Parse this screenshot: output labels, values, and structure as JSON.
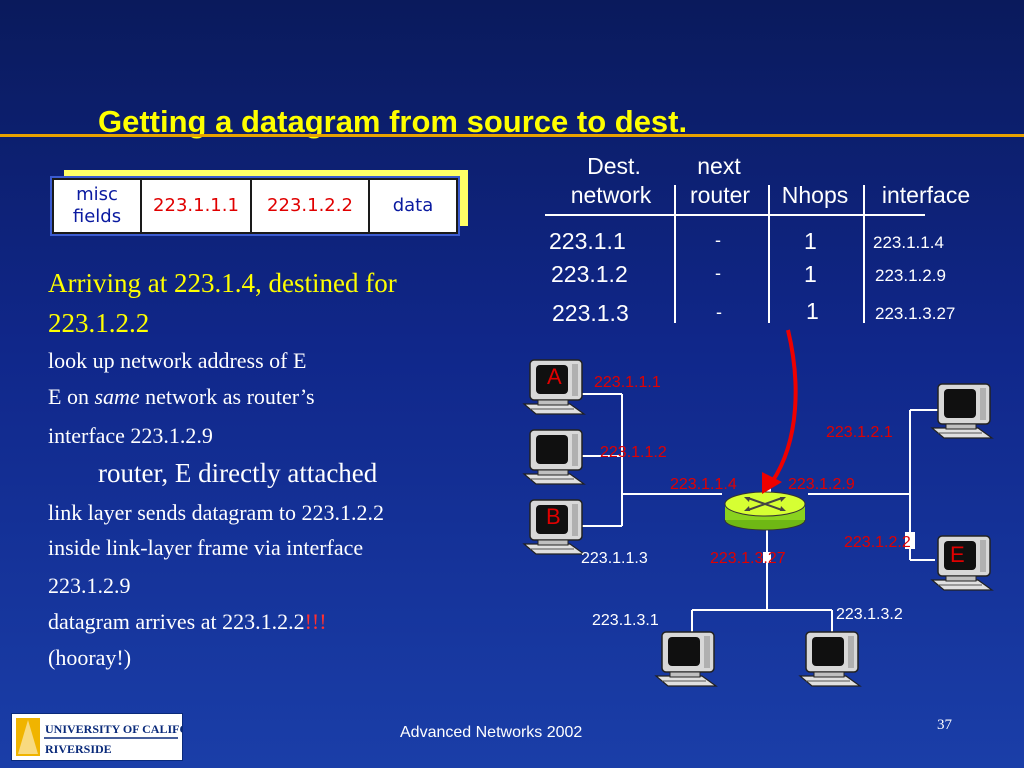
{
  "title": "Getting a datagram from source to dest.",
  "datagram": {
    "misc_fields": "misc\nfields",
    "src": "223.1.1.1",
    "dst": "223.1.2.2",
    "data": "data"
  },
  "table": {
    "headers": {
      "dest_line1": "Dest.",
      "dest_line2": "network",
      "next_line1": "next",
      "next_line2": "router",
      "nhops": "Nhops",
      "interface": "interface"
    },
    "rows": [
      {
        "dest": "223.1.1",
        "next": "-",
        "nhops": "1",
        "iface": "223.1.1.4"
      },
      {
        "dest": "223.1.2",
        "next": "-",
        "nhops": "1",
        "iface": "223.1.2.9"
      },
      {
        "dest": "223.1.3",
        "next": "-",
        "nhops": "1",
        "iface": "223.1.3.27"
      }
    ]
  },
  "text": {
    "arriving": "Arriving at 223.1.4, destined for",
    "arriving2": "223.1.2.2",
    "lookup": "look up network address of E",
    "e_on": "E on ",
    "same": "same",
    "network_as": " network as router’s",
    "interface_line": "interface 223.1.2.9",
    "router_e": "router, E directly attached",
    "link_layer": "link layer sends datagram to 223.1.2.2",
    "inside": "inside link-layer frame via interface",
    "iface2": "223.1.2.9",
    "arrives": "datagram arrives at 223.1.2.2",
    "bang": "!!!",
    "hooray": "(hooray!)"
  },
  "network": {
    "host_a": "A",
    "host_b": "B",
    "host_e": "E",
    "labels": {
      "a_ip": "223.1.1.1",
      "h2_ip": "223.1.1.2",
      "r_if1": "223.1.1.4",
      "r_if2": "223.1.2.9",
      "b_ip": "223.1.1.3",
      "r_if3": "223.1.3.27",
      "ne_ip": "223.1.2.1",
      "e_ip": "223.1.2.2",
      "bl_ip": "223.1.3.1",
      "br_ip": "223.1.3.2"
    }
  },
  "footer": "Advanced Networks 2002",
  "slide_number": "37",
  "logo": {
    "line1": "UNIVERSITY OF CALIFORNIA",
    "line2": "RIVERSIDE"
  },
  "colors": {
    "title": "#ffff00",
    "rule": "#e8a200",
    "accent_red": "#e00000"
  }
}
